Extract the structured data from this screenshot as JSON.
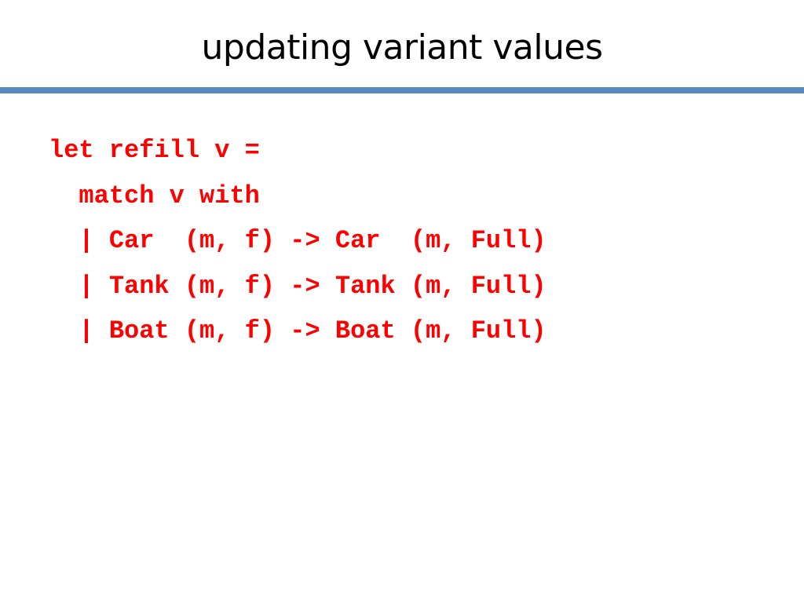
{
  "slide": {
    "title": "updating variant values",
    "accent_color": "#5a89bf",
    "code_color": "#ff0000",
    "code_lines": [
      "let refill v =",
      "  match v with",
      "  | Car  (m, f) -> Car  (m, Full)",
      "  | Tank (m, f) -> Tank (m, Full)",
      "  | Boat (m, f) -> Boat (m, Full)"
    ]
  }
}
